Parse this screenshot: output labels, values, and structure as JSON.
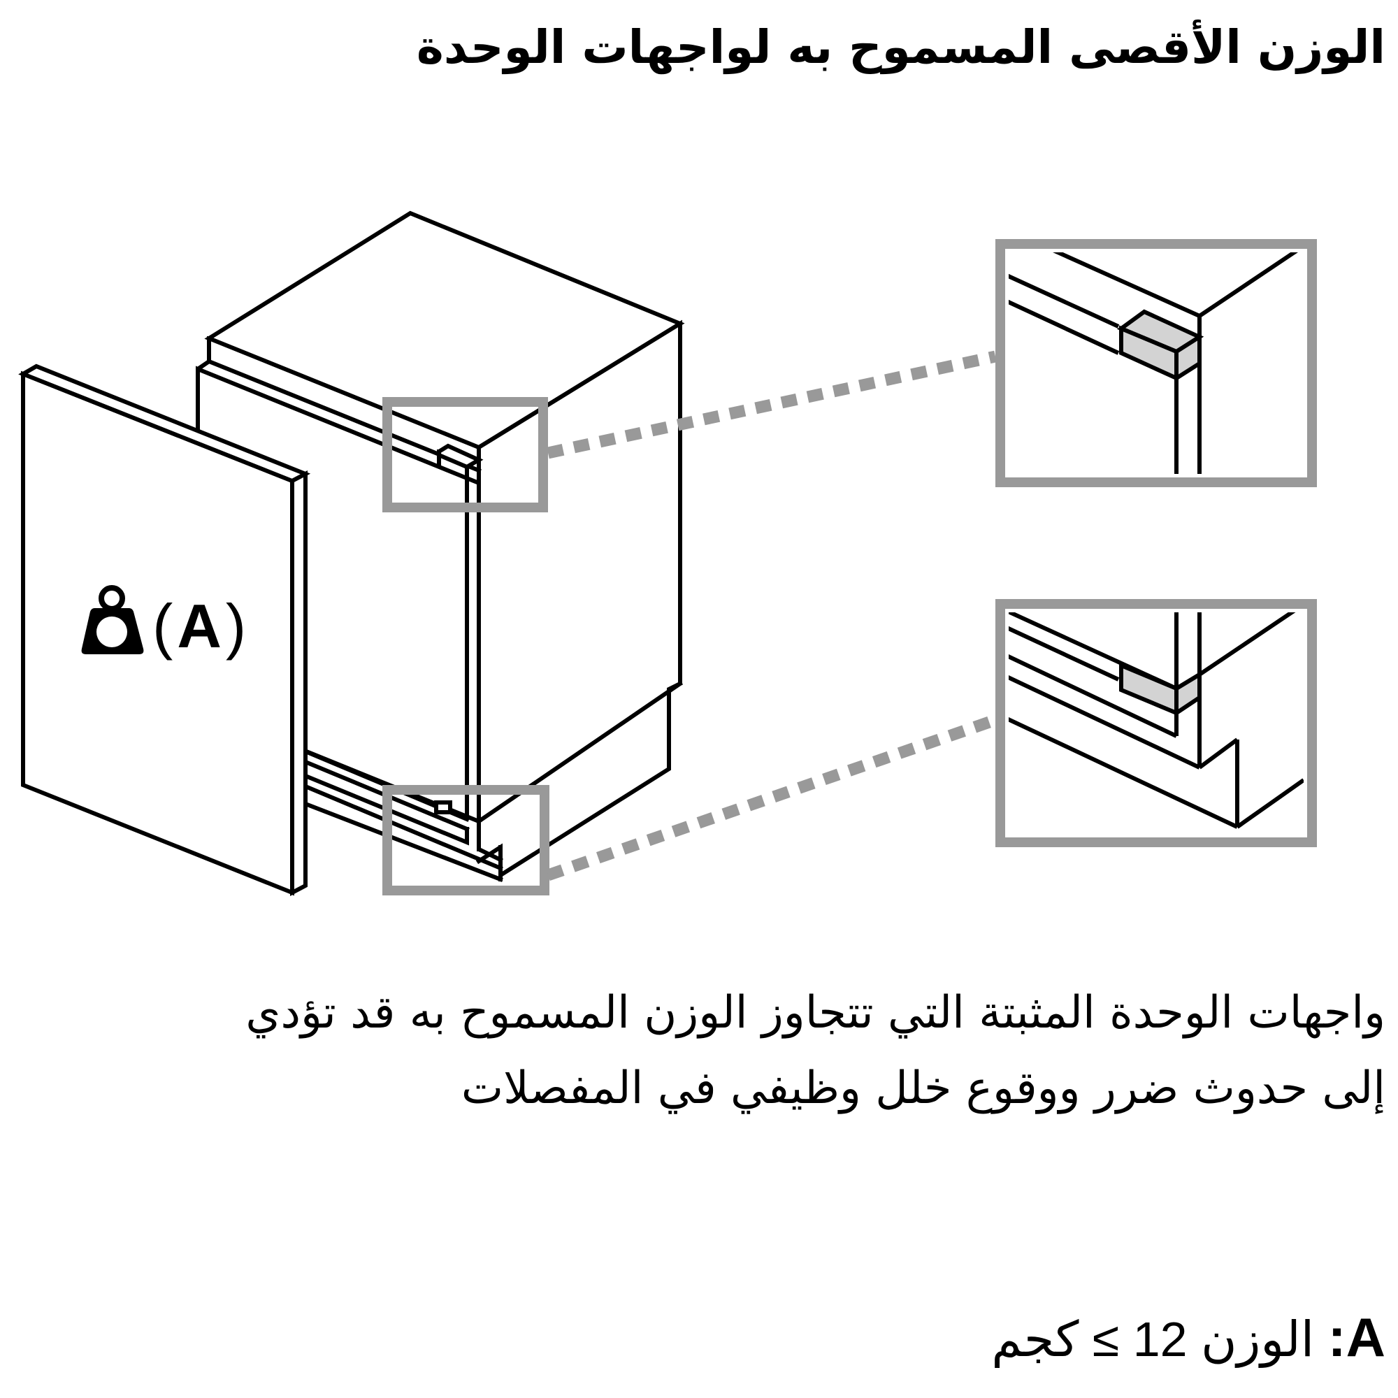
{
  "header": {
    "title": "الوزن الأقصى المسموح به لواجهات الوحدة"
  },
  "diagram": {
    "weight_icon": "weight-icon",
    "panel_label_open": "(",
    "panel_label_key": "A",
    "panel_label_close": ")",
    "callouts": [
      {
        "name": "top-hinge-detail",
        "position": "top"
      },
      {
        "name": "bottom-hinge-detail",
        "position": "bottom"
      }
    ],
    "colors": {
      "line": "#000000",
      "callout_frame": "#999999",
      "highlight_fill": "#d3d3d3",
      "background": "#ffffff"
    }
  },
  "body": {
    "line1": "واجهات الوحدة المثبتة التي تتجاوز الوزن المسموح به قد تؤدي",
    "line2": "إلى حدوث ضرر ووقوع خلل وظيفي في المفصلات"
  },
  "legend": {
    "key": "A:",
    "label": "الوزن",
    "relation": "≤ 12",
    "unit": "كجم"
  }
}
